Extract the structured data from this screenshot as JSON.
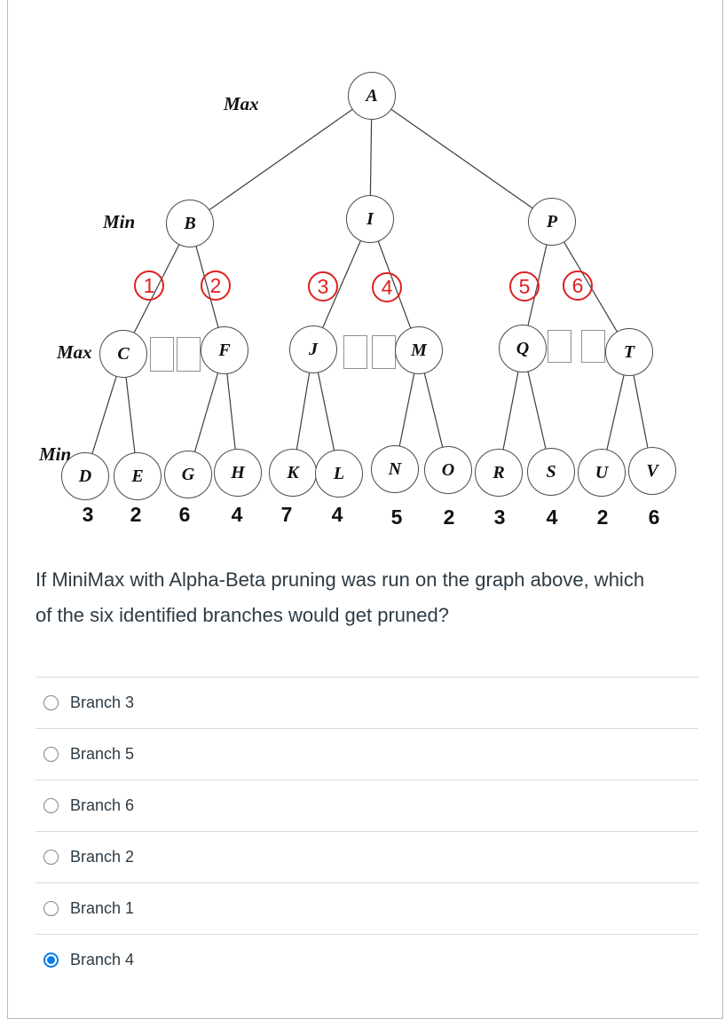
{
  "tree": {
    "player_labels": [
      "Max",
      "Min",
      "Max",
      "Min"
    ],
    "nodes": {
      "A": "A",
      "B": "B",
      "I": "I",
      "P": "P",
      "C": "C",
      "F": "F",
      "J": "J",
      "M": "M",
      "Q": "Q",
      "T": "T"
    },
    "branch_numbers": [
      "1",
      "2",
      "3",
      "4",
      "5",
      "6"
    ],
    "leaves": [
      {
        "label": "D",
        "value": "3"
      },
      {
        "label": "E",
        "value": "2"
      },
      {
        "label": "G",
        "value": "6"
      },
      {
        "label": "H",
        "value": "4"
      },
      {
        "label": "K",
        "value": "7"
      },
      {
        "label": "L",
        "value": "4"
      },
      {
        "label": "N",
        "value": "5"
      },
      {
        "label": "O",
        "value": "2"
      },
      {
        "label": "R",
        "value": "3"
      },
      {
        "label": "S",
        "value": "4"
      },
      {
        "label": "U",
        "value": "2"
      },
      {
        "label": "V",
        "value": "6"
      }
    ]
  },
  "question": {
    "text": "If MiniMax with Alpha-Beta pruning was run on the graph above, which of the six identified branches would get pruned?"
  },
  "options": [
    {
      "label": "Branch 3",
      "selected": false
    },
    {
      "label": "Branch 5",
      "selected": false
    },
    {
      "label": "Branch 6",
      "selected": false
    },
    {
      "label": "Branch 2",
      "selected": false
    },
    {
      "label": "Branch 1",
      "selected": false
    },
    {
      "label": "Branch 4",
      "selected": true
    }
  ],
  "colors": {
    "selected_radio_blue": "#0b7ce8",
    "branch_circle_red": "#e01f1f",
    "text_ink": "#2d3b45"
  }
}
